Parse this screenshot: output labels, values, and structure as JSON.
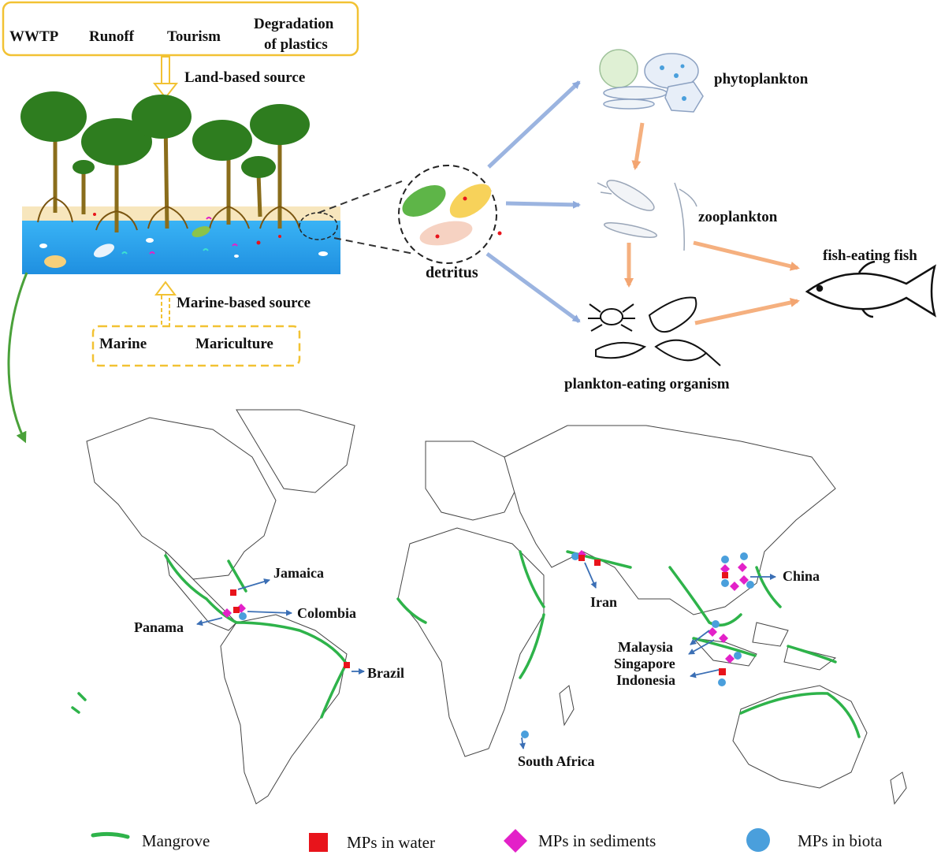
{
  "land_sources": {
    "items": [
      "WWTP",
      "Runoff",
      "Tourism",
      "Degradation",
      "of plastics"
    ],
    "arrow_label": "Land-based source"
  },
  "marine_sources": {
    "items": [
      "Marine",
      "Mariculture"
    ],
    "arrow_label": "Marine-based source"
  },
  "food_web": {
    "detritus": "detritus",
    "phytoplankton": "phytoplankton",
    "zooplankton": "zooplankton",
    "plankton_eating": "plankton-eating organism",
    "fish_eating": "fish-eating fish"
  },
  "countries": {
    "jamaica": "Jamaica",
    "colombia": "Colombia",
    "panama": "Panama",
    "brazil": "Brazil",
    "iran": "Iran",
    "china": "China",
    "malaysia": "Malaysia",
    "singapore": "Singapore",
    "indonesia": "Indonesia",
    "south_africa": "South Africa"
  },
  "legend": {
    "mangrove": "Mangrove",
    "water": "MPs in water",
    "sediments": "MPs in sediments",
    "biota": "MPs in biota"
  },
  "colors": {
    "mangrove": "#2eb34a",
    "water": "#e8141b",
    "sediments": "#e321c8",
    "biota": "#4a9fdc",
    "source_box": "#f2c233",
    "food_arrow_blue": "#9bb4e0",
    "food_arrow_orange": "#f5b07f",
    "tree_canopy": "#2e7d1f",
    "water_blue": "#2fa6f0",
    "sand": "#f7e6bd"
  }
}
